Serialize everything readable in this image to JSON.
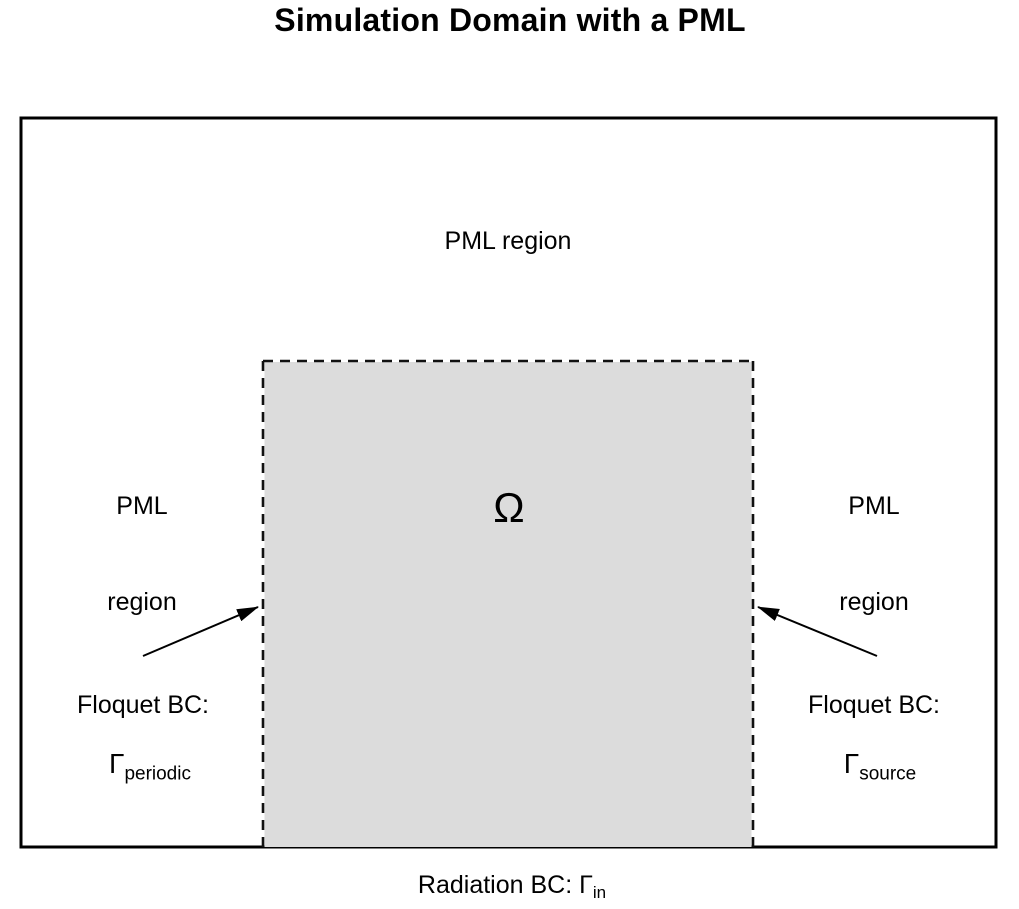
{
  "title": "Simulation Domain with a PML",
  "colors": {
    "background": "#ffffff",
    "domain_fill": "#dcdcdc",
    "line": "#000000",
    "text": "#000000"
  },
  "regions": {
    "top_pml_label": "PML region",
    "left_pml": {
      "line1": "PML",
      "line2": "region"
    },
    "right_pml": {
      "line1": "PML",
      "line2": "region"
    },
    "domain_symbol": "Ω"
  },
  "boundaries": {
    "left": {
      "title": "Floquet BC:",
      "symbol": "Γ",
      "subscript": "periodic"
    },
    "right": {
      "title": "Floquet BC:",
      "symbol": "Γ",
      "subscript": "source"
    },
    "bottom": {
      "label": "Radiation BC: Γ",
      "subscript": "in"
    }
  }
}
